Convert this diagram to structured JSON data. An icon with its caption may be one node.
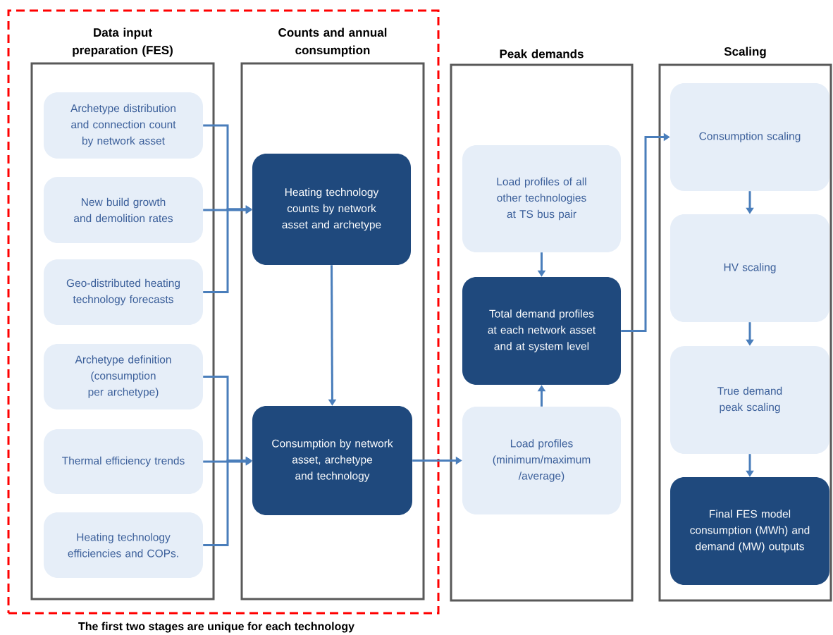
{
  "diagram": {
    "nodes": [
      {
        "text": [
          "The first two stages are unique for each technology"
        ]
      },
      {
        "text": [
          "Data input preparation (FES)"
        ],
        "in": 0
      },
      {
        "text": [
          "Counts and annual consumption"
        ],
        "in": 0
      },
      {
        "text": [
          "Peak demands"
        ]
      },
      {
        "text": [
          "Scaling"
        ]
      },
      {
        "text": [
          "Archetype distribution and connection count by network asset"
        ],
        "in": 1
      },
      {
        "text": [
          "New build growth and demolition rates"
        ],
        "in": 1
      },
      {
        "text": [
          "Geo-distributed heating technology forecasts"
        ],
        "in": 1
      },
      {
        "text": [
          "Archetype definition (consumption per archetype)"
        ],
        "in": 1
      },
      {
        "text": [
          "Thermal efficiency trends"
        ],
        "in": 1
      },
      {
        "text": [
          "Heating technology efficiencies and COPs."
        ],
        "in": 1
      },
      {
        "text": [
          "Heating technology counts by network asset and archetype"
        ],
        "in": 2
      },
      {
        "text": [
          "Consumption by network asset, archetype and technology"
        ],
        "in": 2
      },
      {
        "text": [
          "Load profiles of all other technologies at TS bus pair"
        ],
        "in": 3
      },
      {
        "text": [
          "Total demand profiles at each network asset and at system level"
        ],
        "in": 3
      },
      {
        "text": [
          "Load profiles (minimum/maximum /average)"
        ],
        "in": 3
      },
      {
        "text": [
          "Consumption scaling"
        ],
        "in": 4
      },
      {
        "text": [
          "HV scaling"
        ],
        "in": 4
      },
      {
        "text": [
          "True demand peak scaling"
        ],
        "in": 4
      },
      {
        "text": [
          "Final FES model consumption (MWh) and demand (MW) outputs"
        ],
        "in": 4
      }
    ],
    "edges": [
      {
        "from": 5,
        "to": 11,
        "arrow": "to"
      },
      {
        "from": 6,
        "to": 11,
        "arrow": "to"
      },
      {
        "from": 7,
        "to": 11,
        "arrow": "to"
      },
      {
        "from": 8,
        "to": 12,
        "arrow": "to"
      },
      {
        "from": 9,
        "to": 12,
        "arrow": "to"
      },
      {
        "from": 10,
        "to": 12,
        "arrow": "to"
      },
      {
        "from": 11,
        "to": 12,
        "arrow": "to"
      },
      {
        "from": 12,
        "to": 15,
        "arrow": "to"
      },
      {
        "from": 13,
        "to": 14,
        "arrow": "to"
      },
      {
        "from": 15,
        "to": 14,
        "arrow": "to"
      },
      {
        "from": 14,
        "to": 16,
        "arrow": "to"
      },
      {
        "from": 16,
        "to": 17,
        "arrow": "to"
      },
      {
        "from": 17,
        "to": 18,
        "arrow": "to"
      },
      {
        "from": 18,
        "to": 19,
        "arrow": "to"
      }
    ]
  }
}
